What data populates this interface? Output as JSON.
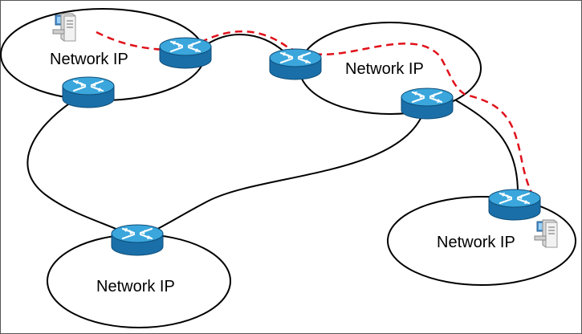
{
  "diagram": {
    "networks": [
      {
        "id": "net-top-left",
        "label": "Network IP"
      },
      {
        "id": "net-center",
        "label": "Network IP"
      },
      {
        "id": "net-bottom-left",
        "label": "Network IP"
      },
      {
        "id": "net-right",
        "label": "Network IP"
      }
    ],
    "devices": [
      {
        "id": "server-left",
        "icon": "server-icon"
      },
      {
        "id": "server-right",
        "icon": "server-icon"
      },
      {
        "id": "router-1",
        "icon": "router-icon"
      },
      {
        "id": "router-2",
        "icon": "router-icon"
      },
      {
        "id": "router-3",
        "icon": "router-icon"
      },
      {
        "id": "router-4",
        "icon": "router-icon"
      },
      {
        "id": "router-5",
        "icon": "router-icon"
      },
      {
        "id": "router-6",
        "icon": "router-icon"
      }
    ],
    "colors": {
      "link": "#000000",
      "route": "#e0101a",
      "router_body": "#1a7fc0",
      "router_top": "#2aa0da",
      "border": "#555555"
    }
  }
}
